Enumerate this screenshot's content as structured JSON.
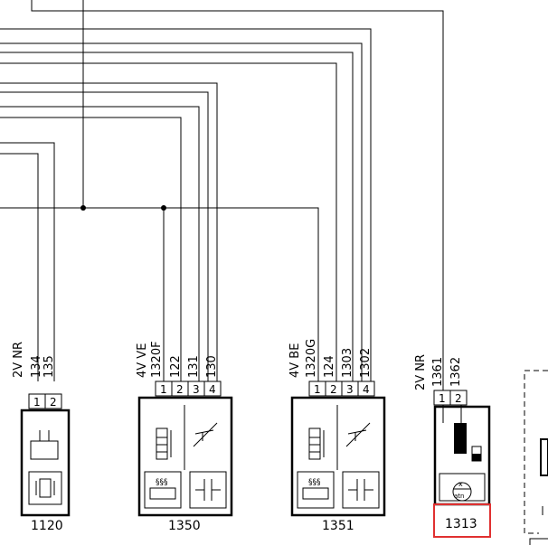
{
  "components": [
    {
      "id": "1120",
      "pins": [
        "1",
        "2"
      ],
      "connector": "2V NR",
      "wires": [
        "134",
        "135"
      ]
    },
    {
      "id": "1350",
      "pins": [
        "1",
        "2",
        "3",
        "4"
      ],
      "connector": "4V VE",
      "wires": [
        "1320F",
        "122",
        "131",
        "130"
      ]
    },
    {
      "id": "1351",
      "pins": [
        "1",
        "2",
        "3",
        "4"
      ],
      "connector": "4V BE",
      "wires": [
        "1320G",
        "124",
        "1303",
        "1302"
      ]
    },
    {
      "id": "1313",
      "pins": [
        "1",
        "2"
      ],
      "connector": "2V NR",
      "wires": [
        "1361",
        "1362"
      ],
      "highlighted": true
    }
  ],
  "highlight_color": "#e03030",
  "symbol_labels": {
    "atn": "atn"
  }
}
